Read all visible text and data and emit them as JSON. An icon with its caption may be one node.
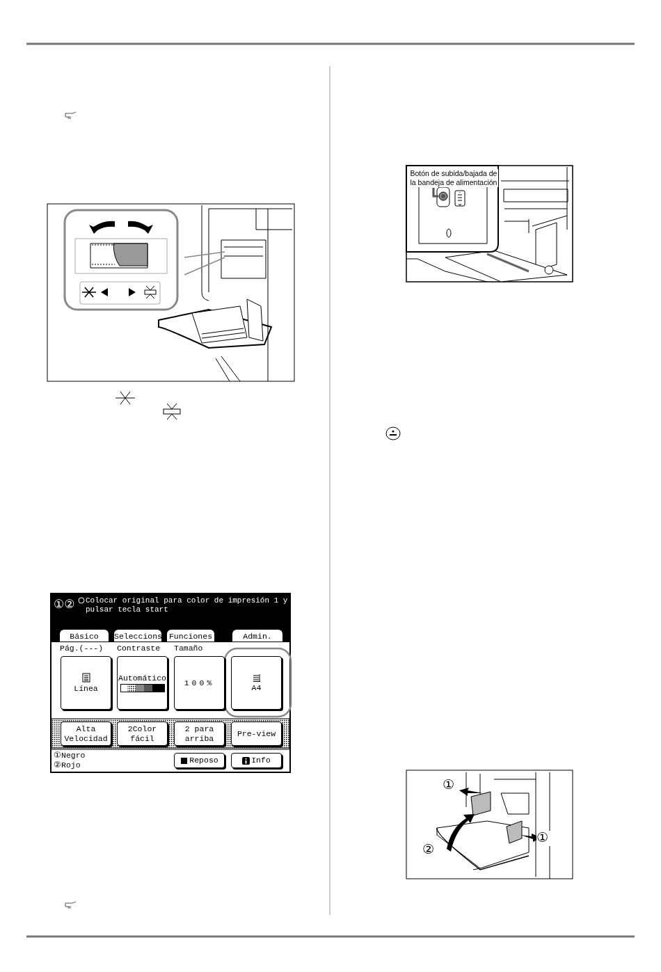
{
  "diagram": {
    "nodes": [
      {
        "text": [
          "Botón de subida/bajada de la bandeja de alimentación"
        ]
      },
      {
        "text": [],
        "shape": "circle"
      }
    ],
    "edges": [
      {
        "from": 0,
        "to": 1,
        "arrow": "none"
      }
    ],
    "labels": [
      "①②",
      "Colocar original para color de impresión 1 y pulsar tecla start",
      "Básico",
      "Seleccions",
      "Funciones",
      "Admin.",
      "Pág.(---)",
      "Contraste",
      "Tamaño",
      "Línea",
      "Automático",
      "100%",
      "A4",
      "Alta Velocidad",
      "2Color fácil",
      "2 para arriba",
      "Pre-view",
      "①Negro",
      "②Rojo",
      "Reposo",
      "Info",
      "①",
      "①",
      "②"
    ]
  }
}
